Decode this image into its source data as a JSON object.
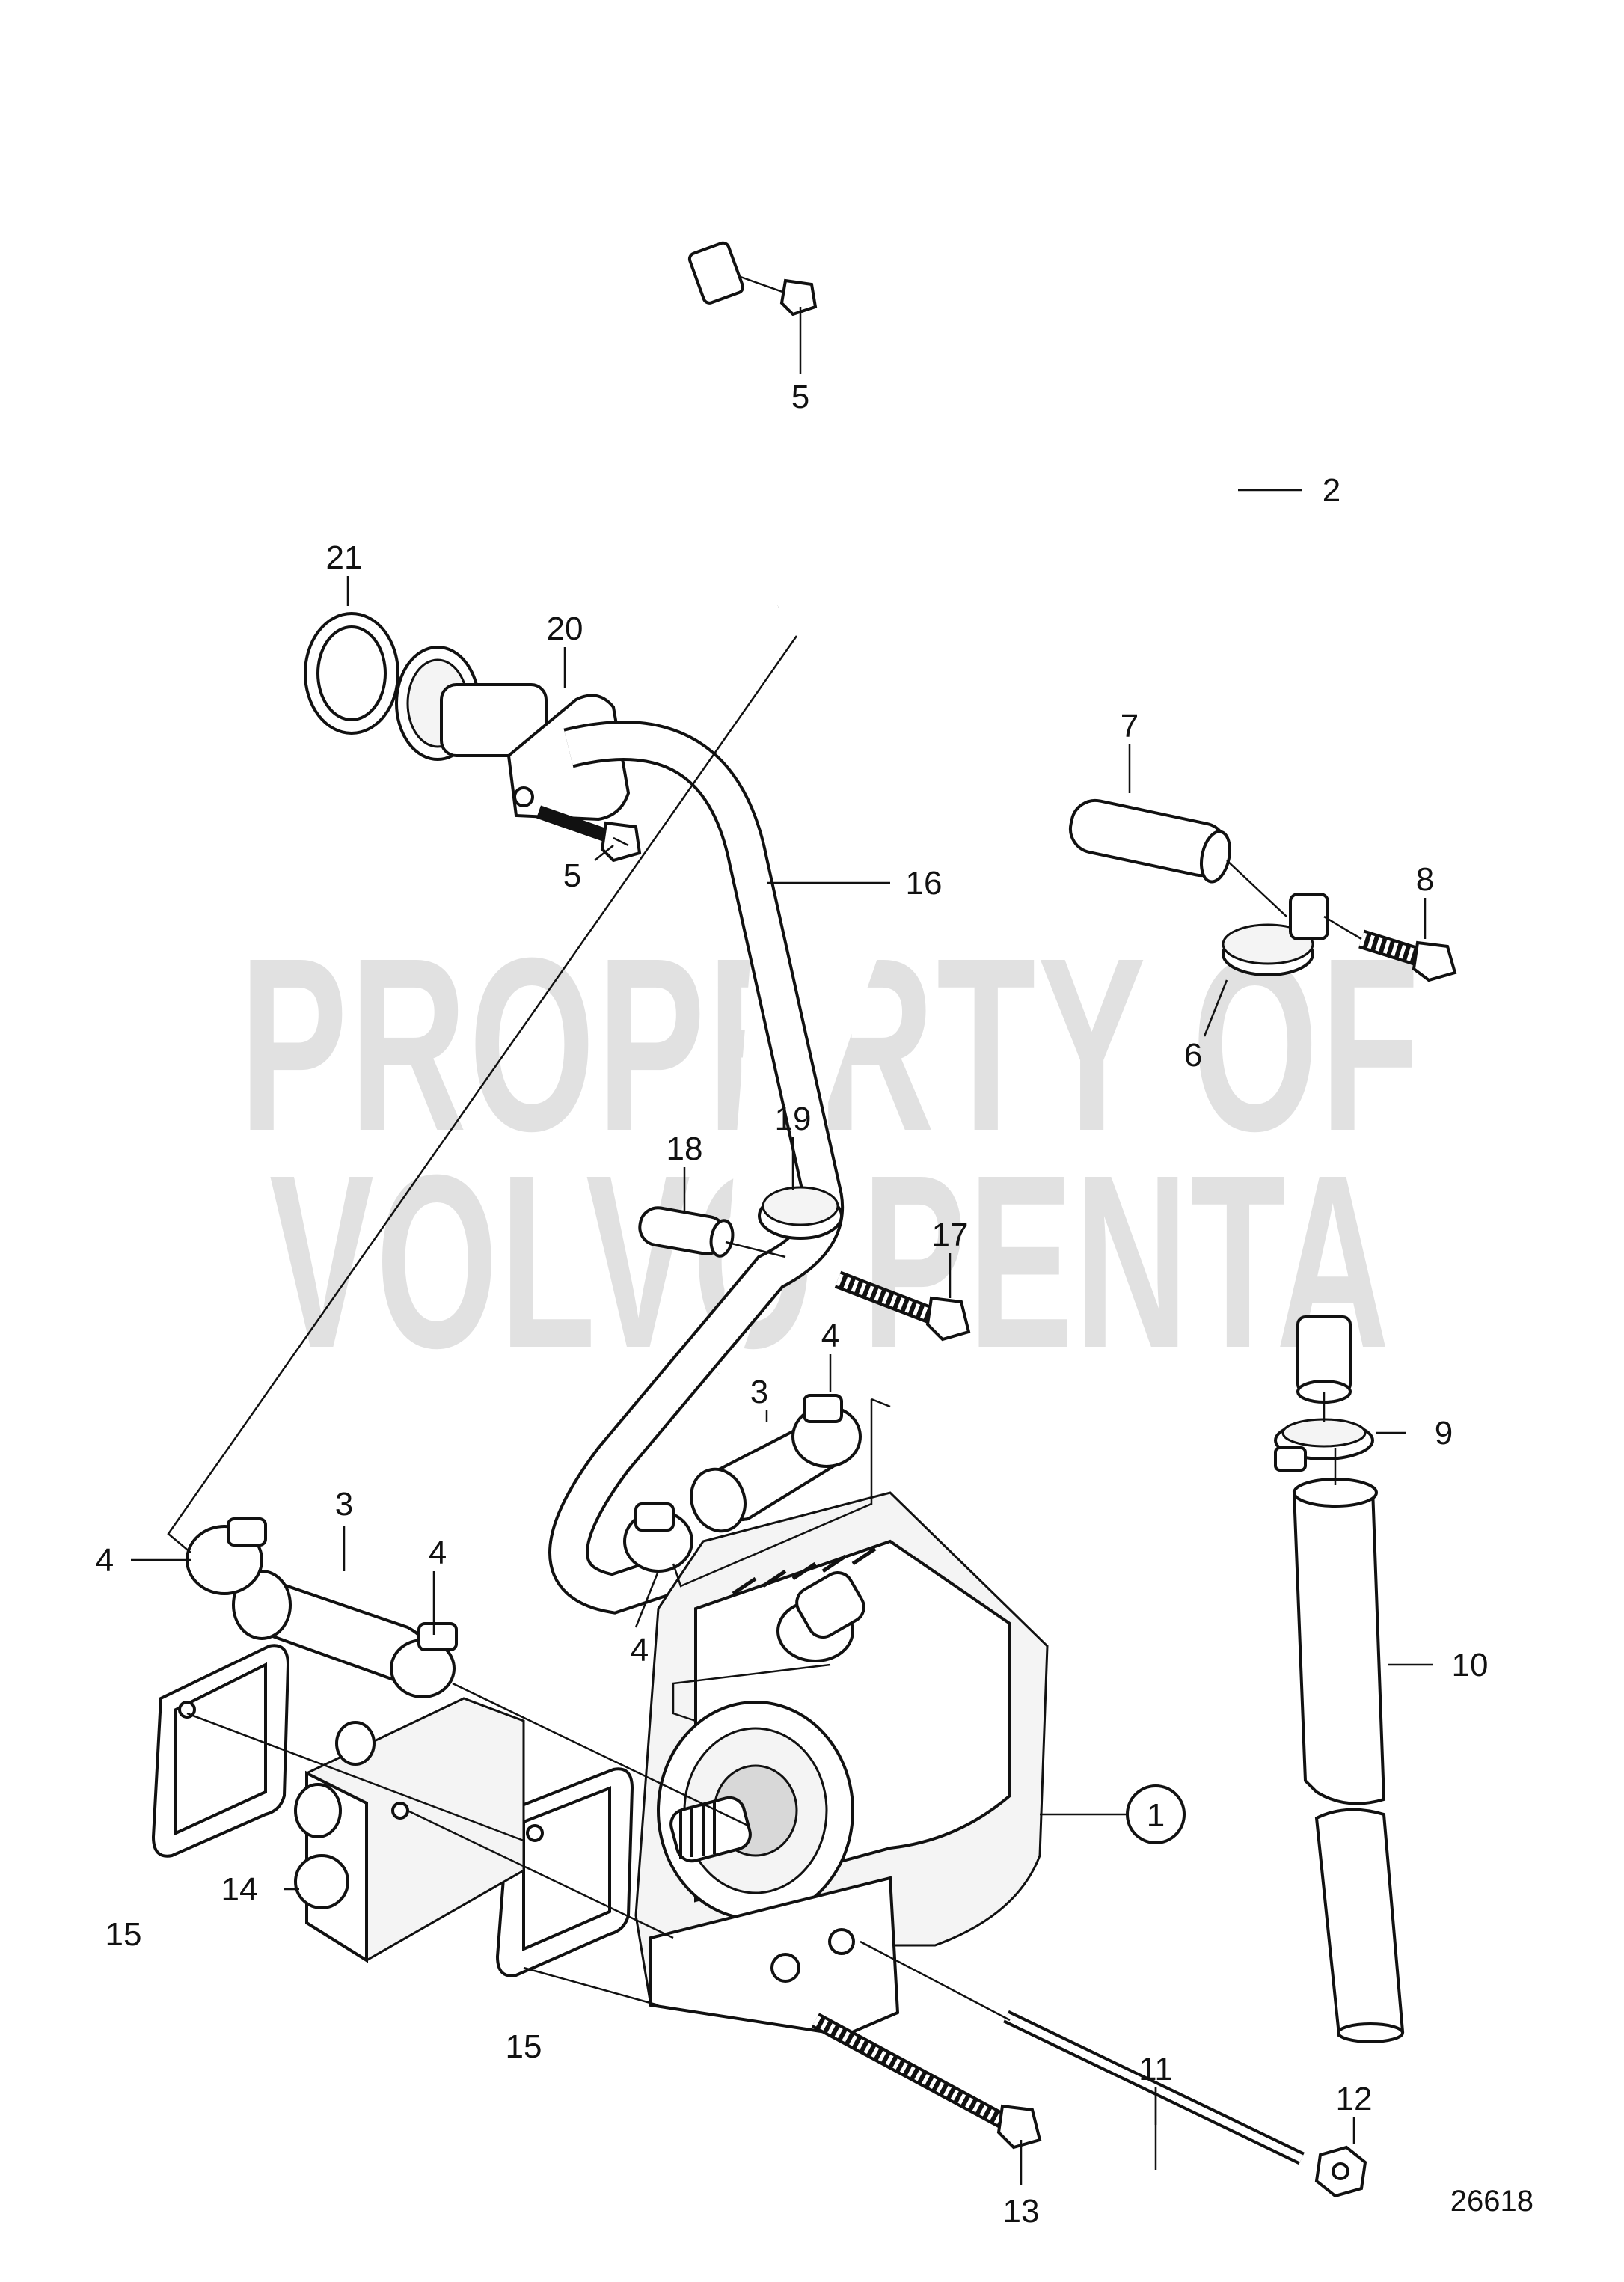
{
  "watermark": {
    "line1": "PROPERTY OF",
    "line2": "VOLVO PENTA"
  },
  "reference_number": "26618",
  "callouts": {
    "c1": "1",
    "c2": "2",
    "c3a": "3",
    "c3b": "3",
    "c4a": "4",
    "c4b": "4",
    "c4c": "4",
    "c4d": "4",
    "c5a": "5",
    "c5b": "5",
    "c6": "6",
    "c7": "7",
    "c8": "8",
    "c9": "9",
    "c10": "10",
    "c11": "11",
    "c12": "12",
    "c13": "13",
    "c14": "14",
    "c15a": "15",
    "c15b": "15",
    "c16": "16",
    "c17": "17",
    "c18": "18",
    "c19": "19",
    "c20": "20",
    "c21": "21"
  }
}
